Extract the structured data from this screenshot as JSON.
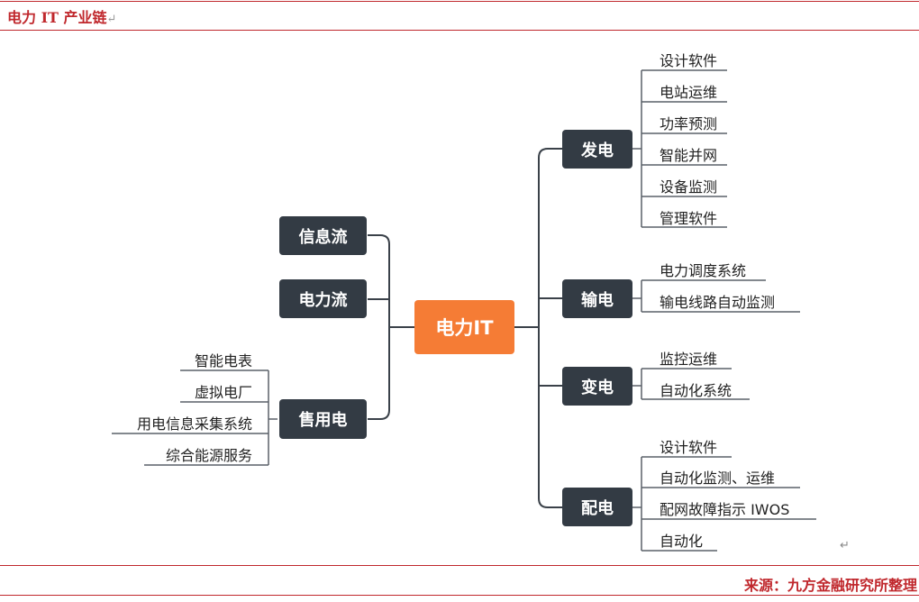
{
  "header": {
    "title": "电力 IT 产业链"
  },
  "footer": {
    "source": "来源：九方金融研究所整理"
  },
  "mindmap": {
    "center": "电力IT",
    "left": [
      {
        "label": "信息流",
        "children": []
      },
      {
        "label": "电力流",
        "children": []
      },
      {
        "label": "售用电",
        "children": [
          "智能电表",
          "虚拟电厂",
          "用电信息采集系统",
          "综合能源服务"
        ]
      }
    ],
    "right": [
      {
        "label": "发电",
        "children": [
          "设计软件",
          "电站运维",
          "功率预测",
          "智能并网",
          "设备监测",
          "管理软件"
        ]
      },
      {
        "label": "输电",
        "children": [
          "电力调度系统",
          "输电线路自动监测"
        ]
      },
      {
        "label": "变电",
        "children": [
          "监控运维",
          "自动化系统"
        ]
      },
      {
        "label": "配电",
        "children": [
          "设计软件",
          "自动化监测、运维",
          "配网故障指示 IWOS",
          "自动化"
        ]
      }
    ]
  }
}
